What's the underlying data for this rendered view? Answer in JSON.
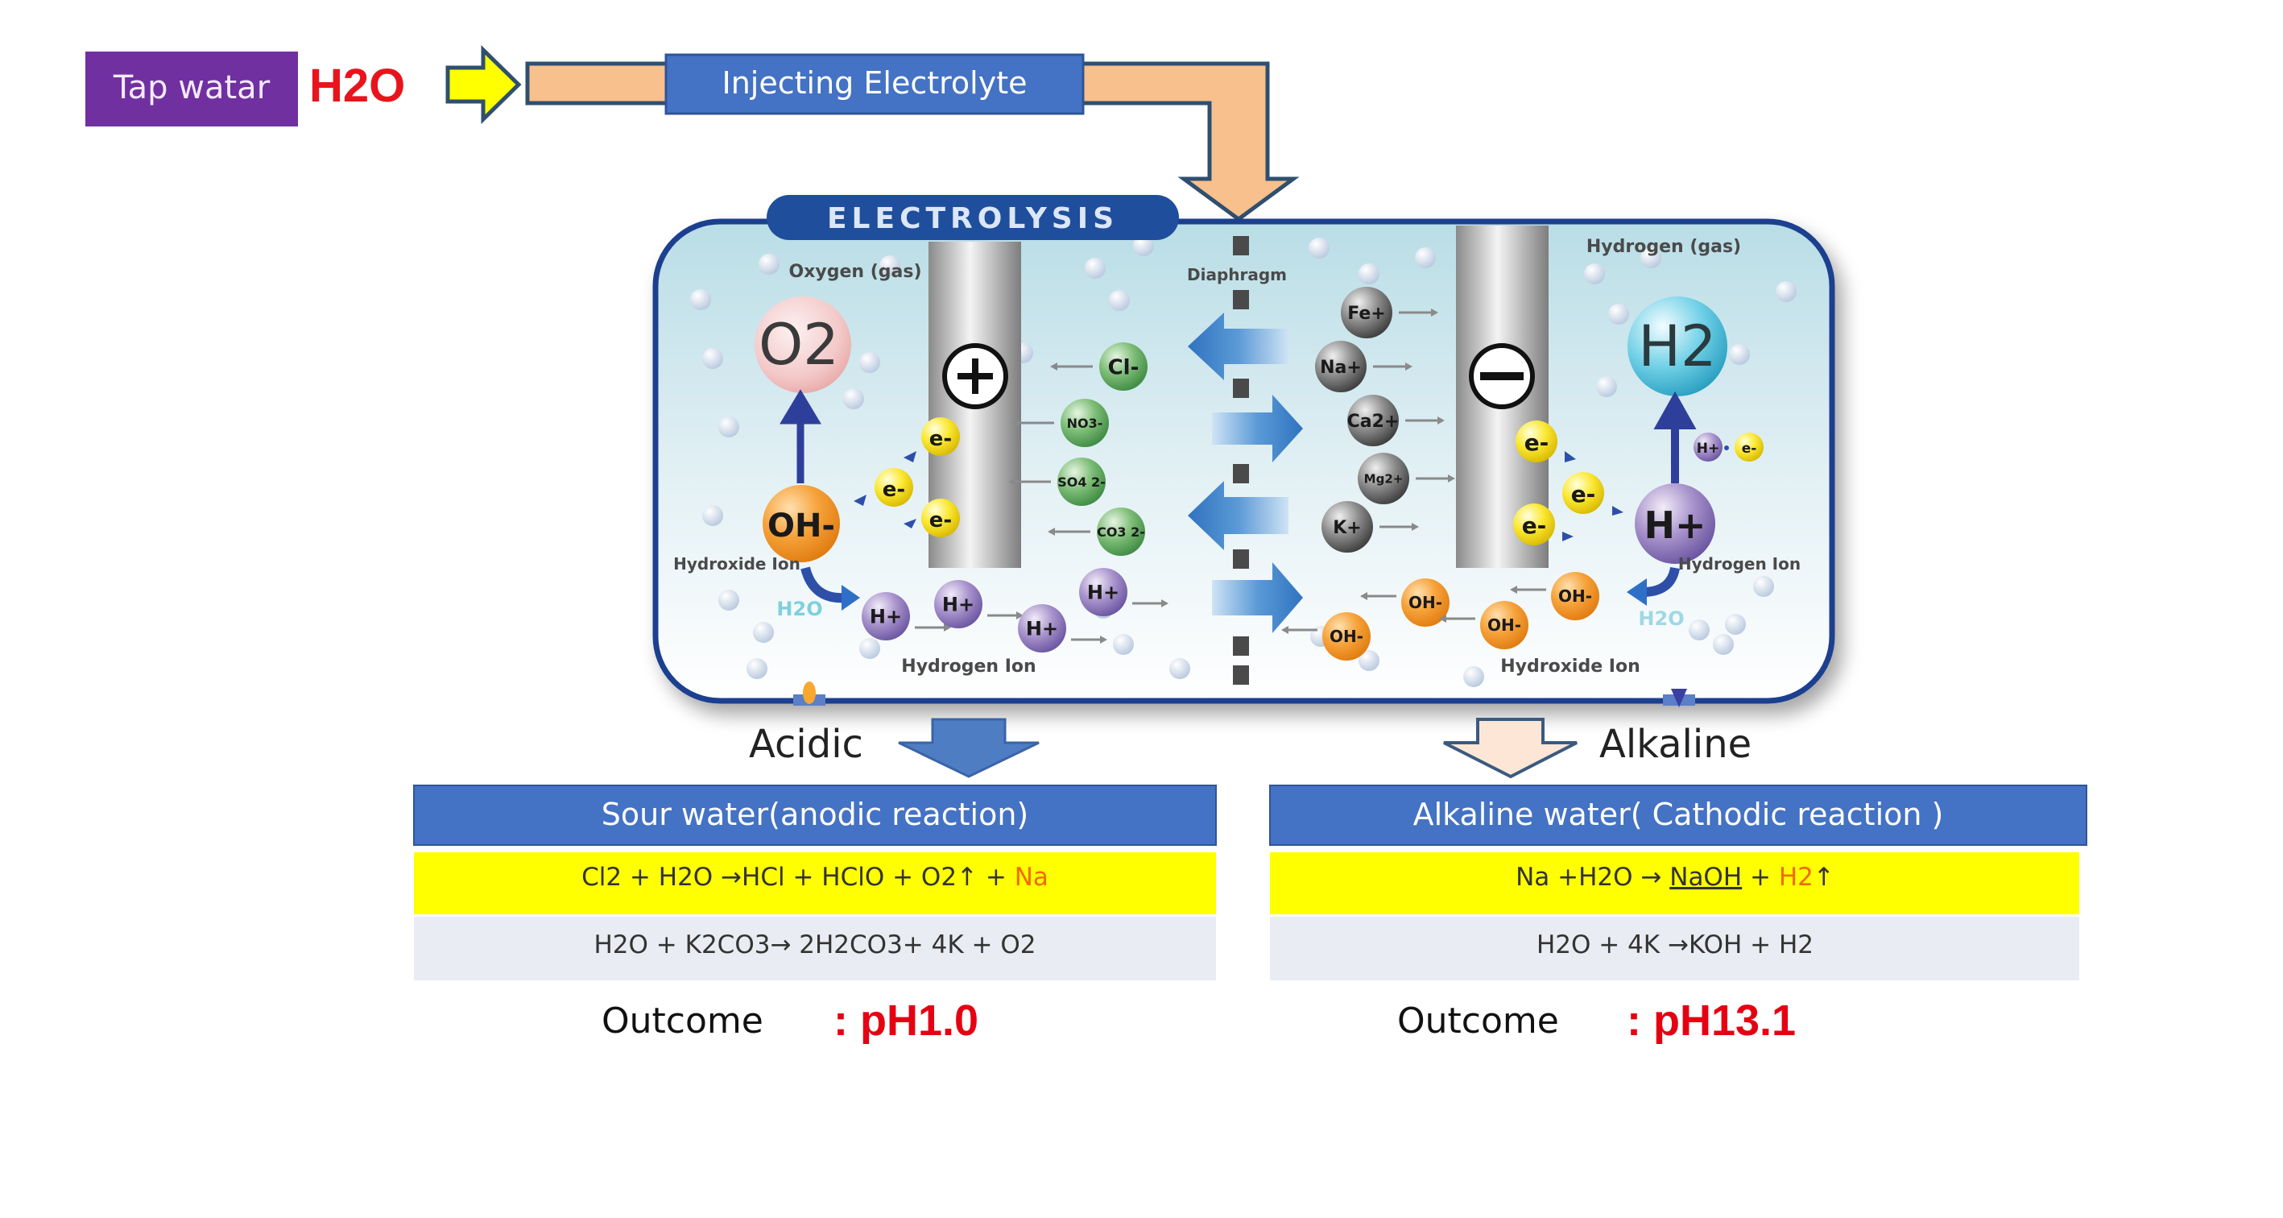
{
  "colors": {
    "tap_box": "#7030a0",
    "h2o_red": "#e8141c",
    "pipe_fill": "#f8c08c",
    "pipe_stroke": "#2f4f6f",
    "arrow_yellow": "#ffff00",
    "header_blue": "#4472c4",
    "pill_blue": "#1f4e9c",
    "reaction_yellow": "#ffff00",
    "reaction_gray": "#e9ecf2",
    "ph_red": "#e50012",
    "box_border": "#1f3f8f"
  },
  "top_flow": {
    "source_label": "Tap watar",
    "source_formula": "H2O",
    "process_label": "Injecting Electrolyte"
  },
  "electrolysis": {
    "title": "ELECTROLYSIS",
    "anode_symbol": "+",
    "cathode_symbol": "−",
    "diaphragm_label": "Diaphragm",
    "left": {
      "gas_label": "Oxygen (gas)",
      "gas_molecule": "O2",
      "hydroxide_ion": "OH-",
      "hydroxide_label": "Hydroxide Ion",
      "water_label": "H2O",
      "electrons": [
        "e-",
        "e-",
        "e-"
      ],
      "hydrogen_ions": [
        "H+",
        "H+",
        "H+",
        "H+"
      ],
      "hydrogen_label": "Hydrogen Ion",
      "anions": [
        "Cl-",
        "NO3-",
        "SO4 2-",
        "CO3 2-"
      ]
    },
    "right": {
      "gas_label": "Hydrogen (gas)",
      "gas_molecule": "H2",
      "hydrogen_ion": "H+",
      "hydrogen_label": "Hydrogen Ion",
      "pair": [
        "H+",
        "e-"
      ],
      "water_label": "H2O",
      "electrons": [
        "e-",
        "e-",
        "e-"
      ],
      "hydroxide_ions": [
        "OH-",
        "OH-",
        "OH-",
        "OH-"
      ],
      "hydroxide_label": "Hydroxide Ion",
      "cations": [
        "Fe+",
        "Na+",
        "Ca2+",
        "Mg2+",
        "K+"
      ]
    }
  },
  "outputs": {
    "acidic": {
      "label": "Acidic",
      "header": "Sour water(anodic reaction)",
      "reaction1_main": "Cl2 + H2O →HCl + HClO + O2↑ + ",
      "reaction1_highlight": "Na",
      "reaction2": "H2O + K2CO3→ 2H2CO3+ 4K + O2",
      "outcome_label": "Outcome",
      "outcome_value": ": pH1.0"
    },
    "alkaline": {
      "label": "Alkaline",
      "header": "Alkaline water( Cathodic reaction )",
      "reaction1_pre": "Na +H2O → ",
      "reaction1_underlined": "NaOH",
      "reaction1_mid": " + ",
      "reaction1_highlight": "H2",
      "reaction1_post": "↑",
      "reaction2": "H2O + 4K →KOH + H2",
      "outcome_label": "Outcome",
      "outcome_value": ": pH13.1"
    }
  }
}
